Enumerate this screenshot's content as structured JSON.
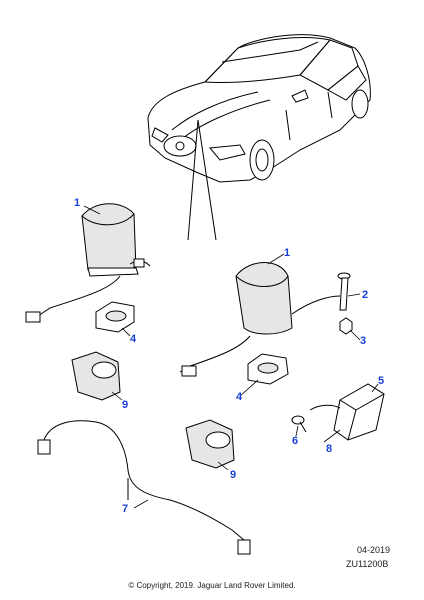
{
  "diagram": {
    "callouts": [
      {
        "id": "c1a",
        "label": "1"
      },
      {
        "id": "c1b",
        "label": "1"
      },
      {
        "id": "c2",
        "label": "2"
      },
      {
        "id": "c3",
        "label": "3"
      },
      {
        "id": "c4a",
        "label": "4"
      },
      {
        "id": "c4b",
        "label": "4"
      },
      {
        "id": "c5",
        "label": "5"
      },
      {
        "id": "c6",
        "label": "6"
      },
      {
        "id": "c7",
        "label": "7"
      },
      {
        "id": "c8",
        "label": "8"
      },
      {
        "id": "c9a",
        "label": "9"
      },
      {
        "id": "c9b",
        "label": "9"
      }
    ],
    "colors": {
      "callout": "#1a3fd6",
      "line": "#000000",
      "part_fill": "#e6e6e6"
    }
  },
  "footer": {
    "date_code": "04-2019",
    "ref_code": "ZU11200B",
    "copyright": "© Copyright, 2019. Jaguar Land Rover Limited."
  }
}
